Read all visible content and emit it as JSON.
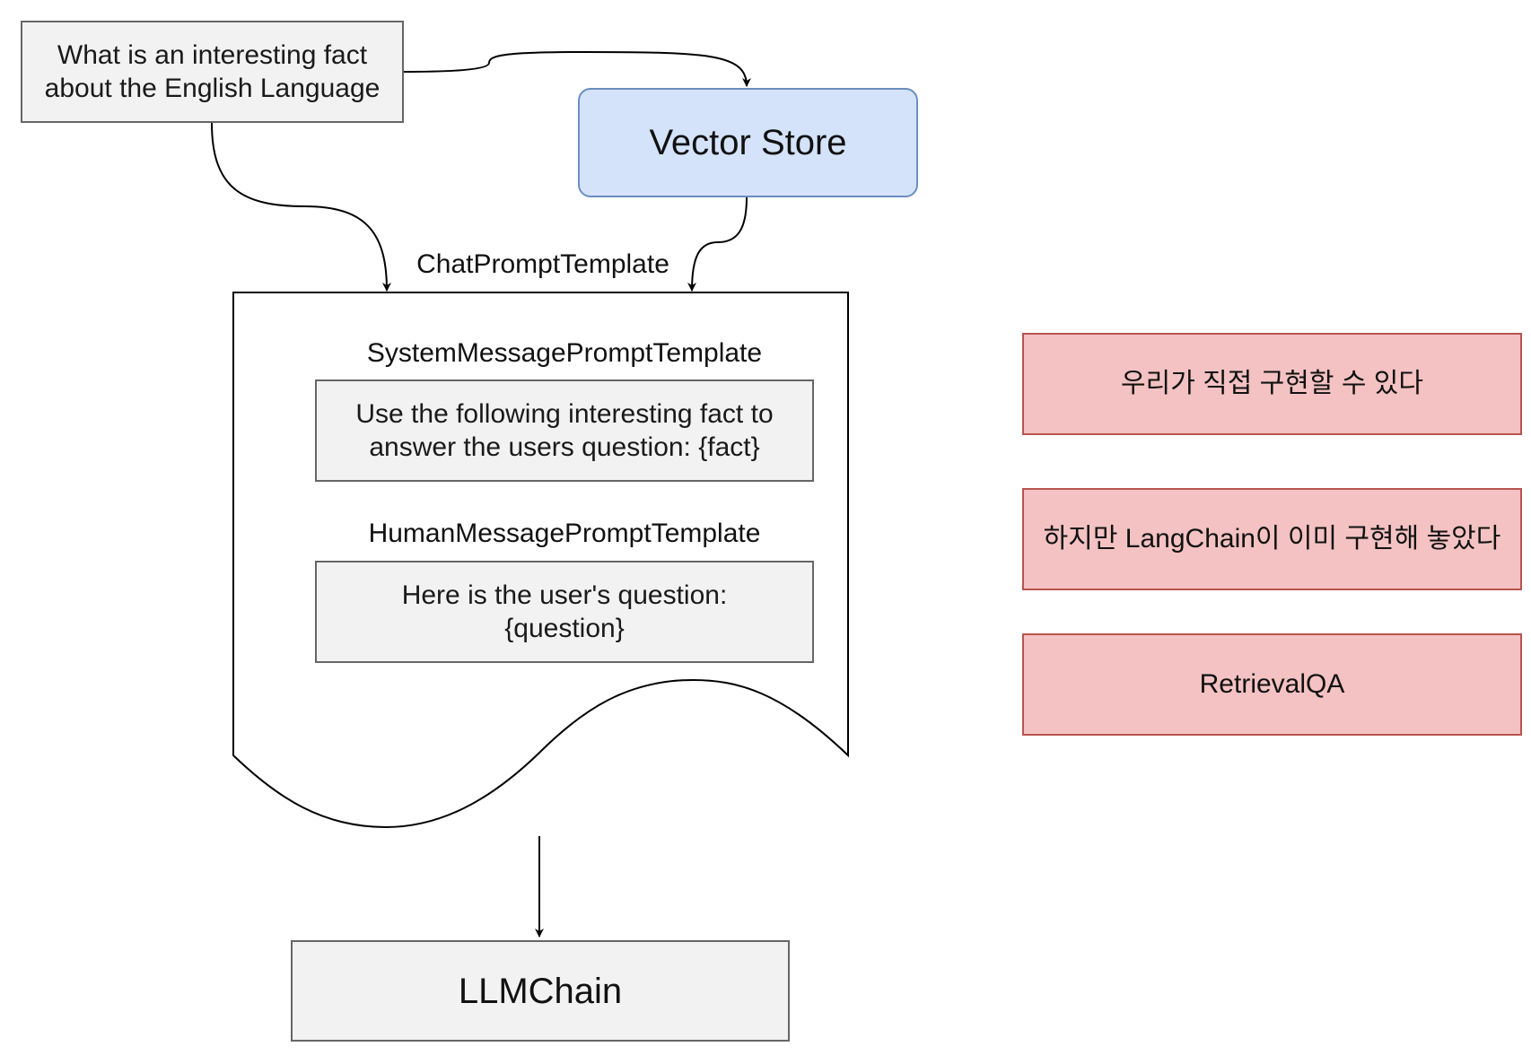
{
  "nodes": {
    "question": {
      "text": "What is an interesting fact about the English Language"
    },
    "vector_store": {
      "text": "Vector Store"
    },
    "chat_prompt_template": {
      "label": "ChatPromptTemplate"
    },
    "system_message": {
      "label": "SystemMessagePromptTemplate",
      "text": "Use the following interesting fact to answer the users question: {fact}"
    },
    "human_message": {
      "label": "HumanMessagePromptTemplate",
      "text": "Here is the user's question: {question}"
    },
    "llm_chain": {
      "text": "LLMChain"
    }
  },
  "notes": [
    {
      "text": "우리가 직접 구현할 수 있다"
    },
    {
      "text": "하지만 LangChain이 이미 구현해 놓았다"
    },
    {
      "text": "RetrievalQA"
    }
  ],
  "colors": {
    "vector_store_fill": "#d4e3fa",
    "vector_store_stroke": "#6c8ebf",
    "gray_fill": "#f2f2f2",
    "gray_stroke": "#666666",
    "note_fill": "#f4c2c2",
    "note_stroke": "#b85450",
    "line": "#000000"
  }
}
